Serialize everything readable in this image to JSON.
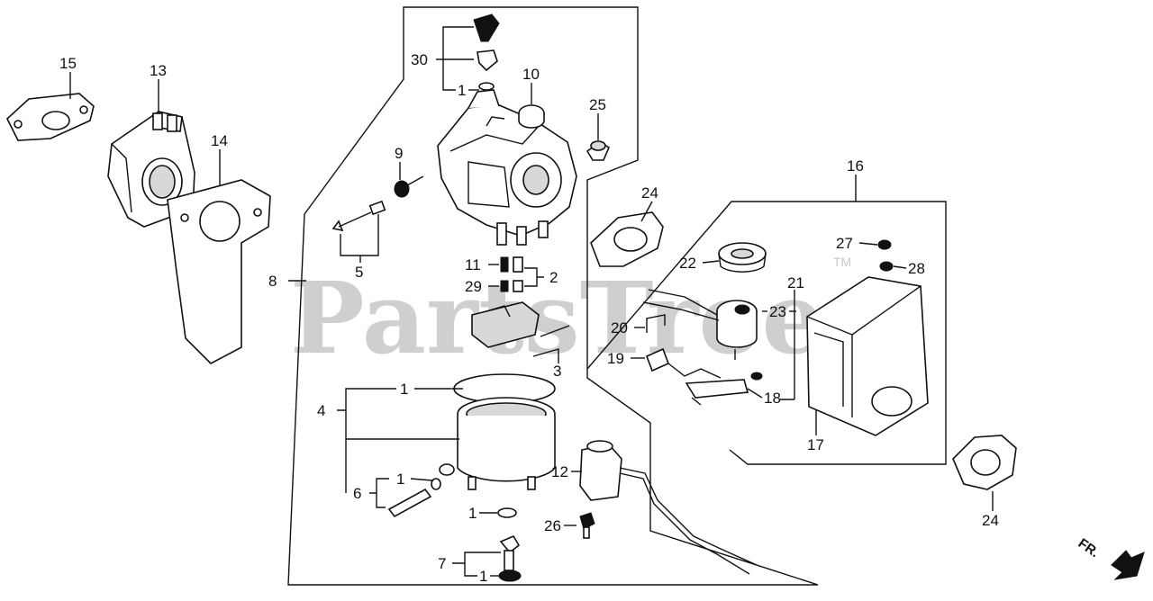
{
  "watermark": {
    "text": "PartsTree",
    "trademark": "TM"
  },
  "direction": {
    "text": "FR."
  },
  "callouts": {
    "c15": "15",
    "c13": "13",
    "c14": "14",
    "c30": "30",
    "c1_top": "1",
    "c10": "10",
    "c25": "25",
    "c9": "9",
    "c5": "5",
    "c8": "8",
    "c11": "11",
    "c2": "2",
    "c29": "29",
    "c3": "3",
    "c4": "4",
    "c1_bowl": "1",
    "c6": "6",
    "c1_drain": "1",
    "c1_washer": "1",
    "c7": "7",
    "c1_bolt": "1",
    "c12": "12",
    "c26": "26",
    "c16": "16",
    "c24_top": "24",
    "c22": "22",
    "c27": "27",
    "c28": "28",
    "c21": "21",
    "c23": "23",
    "c20": "20",
    "c19": "19",
    "c18": "18",
    "c17": "17",
    "c24_bottom": "24"
  }
}
